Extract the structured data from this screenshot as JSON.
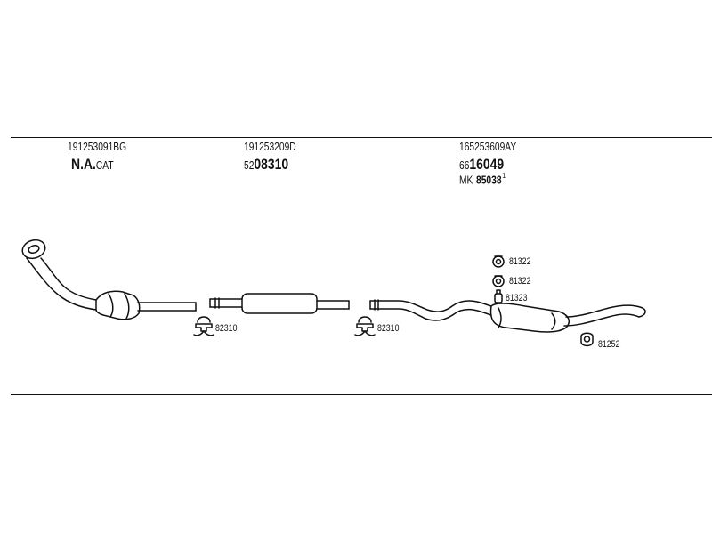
{
  "parts": [
    {
      "part_number": "191253091BG",
      "code_bold": "N.A.",
      "code_suffix": "CAT"
    },
    {
      "part_number": "191253209D",
      "code_prefix": "52",
      "code_bold": "08310"
    },
    {
      "part_number": "165253609AY",
      "code_prefix": "66",
      "code_bold": "16049",
      "kit_prefix": "MK",
      "kit_code": "85038",
      "kit_sup": "1"
    }
  ],
  "clamps": {
    "clamp_1": "82310",
    "clamp_2": "82310",
    "hanger_1": "81322",
    "hanger_2": "81322",
    "hanger_3": "81323",
    "ring_mount": "81252"
  }
}
